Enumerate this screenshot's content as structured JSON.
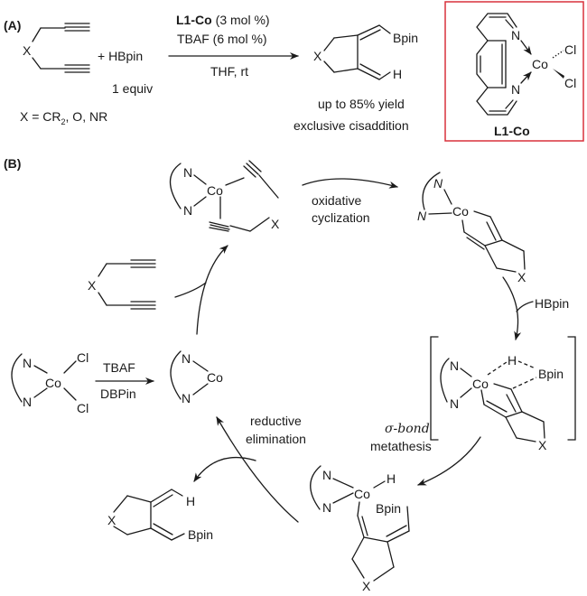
{
  "panel_a": {
    "label": "(A)",
    "reagent": "+  HBpin",
    "reagent_equiv": "1 equiv",
    "x_definition_prefix": "X = CR",
    "x_definition_sub": "2",
    "x_definition_suffix": ", O, NR",
    "catalyst_name": "L1-Co",
    "catalyst_loading": "(3 mol %)",
    "additive": "TBAF (6 mol %)",
    "conditions": "THF, rt",
    "yield_text": "up to 85% yield",
    "selectivity_text": "exclusive cisaddition",
    "product_x": "X",
    "product_bpin": "Bpin",
    "product_h": "H",
    "substrate_x": "X"
  },
  "catalyst_box": {
    "label": "L1-Co",
    "n_top": "N",
    "n_bottom": "N",
    "metal": "Co",
    "cl_top": "Cl",
    "cl_bottom": "Cl",
    "border_color": "#d9313b"
  },
  "panel_b": {
    "label": "(B)",
    "precatalyst": {
      "n1": "N",
      "n2": "N",
      "metal": "Co",
      "cl1": "Cl",
      "cl2": "Cl"
    },
    "activation_reagent_top": "TBAF",
    "activation_reagent_bottom": "DBPin",
    "active_catalyst": {
      "n1": "N",
      "n2": "N",
      "metal": "Co"
    },
    "diyne_complex": {
      "n1": "N",
      "n2": "N",
      "metal": "Co",
      "x": "X"
    },
    "free_diyne_x": "X",
    "step_oxidative_1": "oxidative",
    "step_oxidative_2": "cyclization",
    "metallacycle": {
      "n1": "N",
      "n2": "N",
      "metal": "Co",
      "x": "X"
    },
    "hbpin_label": "HBpin",
    "transition_state": {
      "n1": "N",
      "n2": "N",
      "metal": "Co",
      "h": "H",
      "bpin": "Bpin",
      "x": "X"
    },
    "step_sigma_1": "σ-bond",
    "step_sigma_2": "metathesis",
    "hydride_complex": {
      "n1": "N",
      "n2": "N",
      "metal": "Co",
      "h": "H",
      "bpin": "Bpin",
      "x": "X"
    },
    "step_reductive_1": "reductive",
    "step_reductive_2": "elimination",
    "product": {
      "x": "X",
      "h": "H",
      "bpin": "Bpin"
    }
  }
}
